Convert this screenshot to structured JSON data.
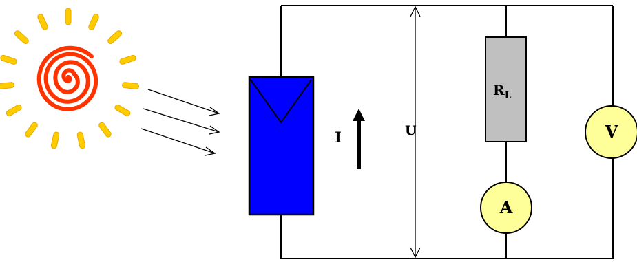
{
  "diagram": {
    "current_label": "I",
    "voltage_label": "U",
    "resistor_label": "R",
    "resistor_subscript": "L",
    "ammeter_label": "A",
    "voltmeter_label": "V"
  },
  "colors": {
    "wire": "#000000",
    "solar_panel": "#0000ff",
    "resistor": "#c0c0c0",
    "meter": "#ffff99",
    "sun_rays": "#ffcc00",
    "sun_spiral": "#ff3300"
  },
  "icons": [
    "sun-icon",
    "solar-panel-icon",
    "resistor-icon",
    "ammeter-icon",
    "voltmeter-icon"
  ]
}
